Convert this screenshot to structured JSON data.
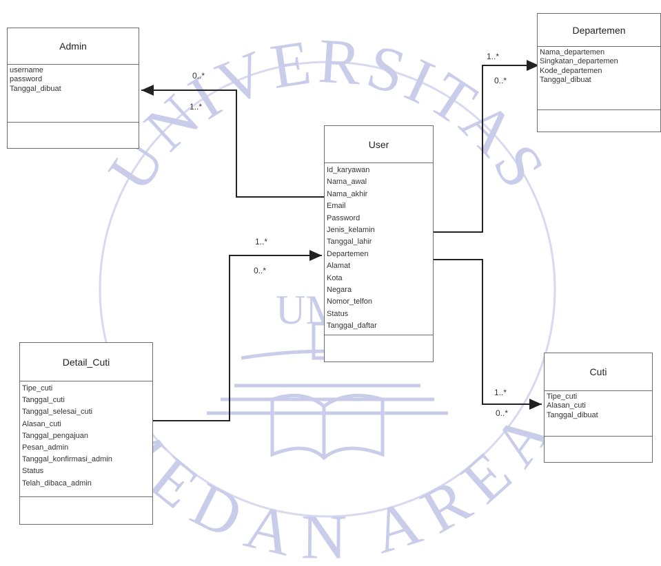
{
  "watermark": {
    "top_text": "UNIVERSITAS",
    "bottom_text": "MEDAN AREA",
    "center_text": "UMA",
    "color": "#c9cdea"
  },
  "classes": {
    "admin": {
      "name": "Admin",
      "attributes": [
        "username",
        "password",
        "Tanggal_dibuat"
      ]
    },
    "departemen": {
      "name": "Departemen",
      "attributes": [
        "Nama_departemen",
        "Singkatan_departemen",
        "Kode_departemen",
        "Tanggal_dibuat"
      ]
    },
    "user": {
      "name": "User",
      "attributes": [
        "Id_karyawan",
        "Nama_awal",
        "Nama_akhir",
        "Email",
        "Password",
        "Jenis_kelamin",
        "Tanggal_lahir",
        "Departemen",
        "Alamat",
        "Kota",
        "Negara",
        "Nomor_telfon",
        "Status",
        "Tanggal_daftar"
      ]
    },
    "detail_cuti": {
      "name": "Detail_Cuti",
      "attributes": [
        "Tipe_cuti",
        "Tanggal_cuti",
        "Tanggal_selesai_cuti",
        "Alasan_cuti",
        "Tanggal_pengajuan",
        "Pesan_admin",
        "Tanggal_konfirmasi_admin",
        "Status",
        "Telah_dibaca_admin"
      ]
    },
    "cuti": {
      "name": "Cuti",
      "attributes": [
        "Tipe_cuti",
        "Alasan_cuti",
        "Tanggal_dibuat"
      ]
    }
  },
  "multiplicities": {
    "admin_zero_many": "0..*",
    "admin_one_many": "1..*",
    "departemen_one_many": "1..*",
    "departemen_zero_many": "0..*",
    "detail_one_many": "1..*",
    "detail_zero_many": "0..*",
    "cuti_one_many": "1..*",
    "cuti_zero_many": "0..*"
  }
}
